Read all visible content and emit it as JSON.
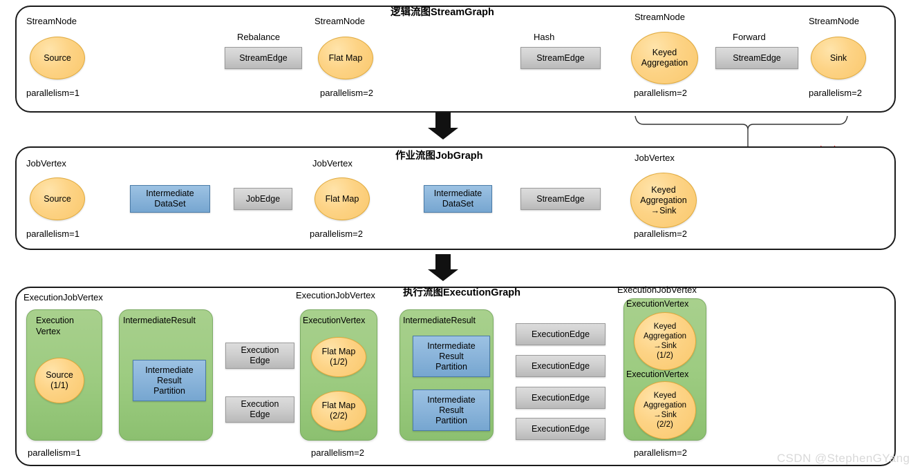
{
  "watermark": "CSDN @StephenGYang",
  "annotations": {
    "operator_chain": "Operator Chain"
  },
  "sections": [
    {
      "id": "stream-graph",
      "title": "逻辑流图StreamGraph",
      "captions": [
        "StreamNode",
        "StreamNode",
        "StreamNode",
        "StreamNode",
        "Rebalance",
        "Hash",
        "Forward",
        "parallelism=1",
        "parallelism=2",
        "parallelism=2",
        "parallelism=2"
      ],
      "nodes": [
        {
          "name": "source",
          "label": "Source"
        },
        {
          "name": "flat-map",
          "label": "Flat Map"
        },
        {
          "name": "keyed-aggregation",
          "label_line1": "Keyed",
          "label_line2": "Aggregation"
        },
        {
          "name": "sink",
          "label": "Sink"
        }
      ],
      "edges": [
        {
          "name": "stream-edge-rebalance",
          "label": "StreamEdge",
          "partition": "Rebalance"
        },
        {
          "name": "stream-edge-hash",
          "label": "StreamEdge",
          "partition": "Hash"
        },
        {
          "name": "stream-edge-forward",
          "label": "StreamEdge",
          "partition": "Forward"
        }
      ]
    },
    {
      "id": "job-graph",
      "title": "作业流图JobGraph",
      "captions": [
        "JobVertex",
        "JobVertex",
        "JobVertex",
        "parallelism=1",
        "parallelism=2",
        "parallelism=2"
      ],
      "nodes": [
        {
          "name": "source",
          "label": "Source"
        },
        {
          "name": "flat-map",
          "label": "Flat Map"
        },
        {
          "name": "keyed-aggregation-sink",
          "label_line1": "Keyed",
          "label_line2": "Aggregation",
          "label_line3": "→Sink"
        }
      ],
      "datasets": [
        {
          "name": "intermediate-dataset-1",
          "line1": "Intermediate",
          "line2": "DataSet"
        },
        {
          "name": "intermediate-dataset-2",
          "line1": "Intermediate",
          "line2": "DataSet"
        }
      ],
      "edges": [
        {
          "name": "job-edge",
          "label": "JobEdge"
        },
        {
          "name": "stream-edge",
          "label": "StreamEdge"
        }
      ]
    },
    {
      "id": "execution-graph",
      "title": "执行流图ExecutionGraph",
      "captions": [
        "ExecutionJobVertex",
        "ExecutionJobVertex",
        "ExecutionJobVertex",
        "parallelism=1",
        "parallelism=2",
        "parallelism=2"
      ],
      "groups": [
        {
          "name": "execution-vertex-source",
          "label_line1": "Execution",
          "label_line2": "Vertex"
        },
        {
          "name": "intermediate-result-1",
          "label": "IntermediateResult"
        },
        {
          "name": "execution-vertex-flatmap",
          "label": "ExecutionVertex"
        },
        {
          "name": "intermediate-result-2",
          "label": "IntermediateResult"
        },
        {
          "name": "execution-vertex-sink-1",
          "label": "ExecutionVertex"
        },
        {
          "name": "execution-vertex-sink-2",
          "label": "ExecutionVertex"
        }
      ],
      "nodes": [
        {
          "name": "source-1-1",
          "line1": "Source",
          "line2": "(1/1)"
        },
        {
          "name": "flat-map-1-2",
          "line1": "Flat Map",
          "line2": "(1/2)"
        },
        {
          "name": "flat-map-2-2",
          "line1": "Flat Map",
          "line2": "(2/2)"
        },
        {
          "name": "keyed-agg-sink-1-2",
          "line1": "Keyed",
          "line2": "Aggregation",
          "line3": "→Sink",
          "line4": "(1/2)"
        },
        {
          "name": "keyed-agg-sink-2-2",
          "line1": "Keyed",
          "line2": "Aggregation",
          "line3": "→Sink",
          "line4": "(2/2)"
        }
      ],
      "partitions": [
        {
          "name": "irp-1",
          "line1": "Intermediate",
          "line2": "Result",
          "line3": "Partition"
        },
        {
          "name": "irp-2",
          "line1": "Intermediate",
          "line2": "Result",
          "line3": "Partition"
        },
        {
          "name": "irp-3",
          "line1": "Intermediate",
          "line2": "Result",
          "line3": "Partition"
        }
      ],
      "edges": [
        {
          "name": "execution-edge-1",
          "line1": "Execution",
          "line2": "Edge"
        },
        {
          "name": "execution-edge-2",
          "line1": "Execution",
          "line2": "Edge"
        },
        {
          "name": "execution-edge-3",
          "label": "ExecutionEdge"
        },
        {
          "name": "execution-edge-4",
          "label": "ExecutionEdge"
        },
        {
          "name": "execution-edge-5",
          "label": "ExecutionEdge"
        },
        {
          "name": "execution-edge-6",
          "label": "ExecutionEdge"
        }
      ]
    }
  ],
  "colors": {
    "node_fill": "#FDD385",
    "dataset_fill": "#8AB4DA",
    "edge_fill": "#CFCFCF",
    "group_fill": "#9CCB80",
    "accent_red": "#FF0000",
    "outline": "#1A1A1A"
  }
}
